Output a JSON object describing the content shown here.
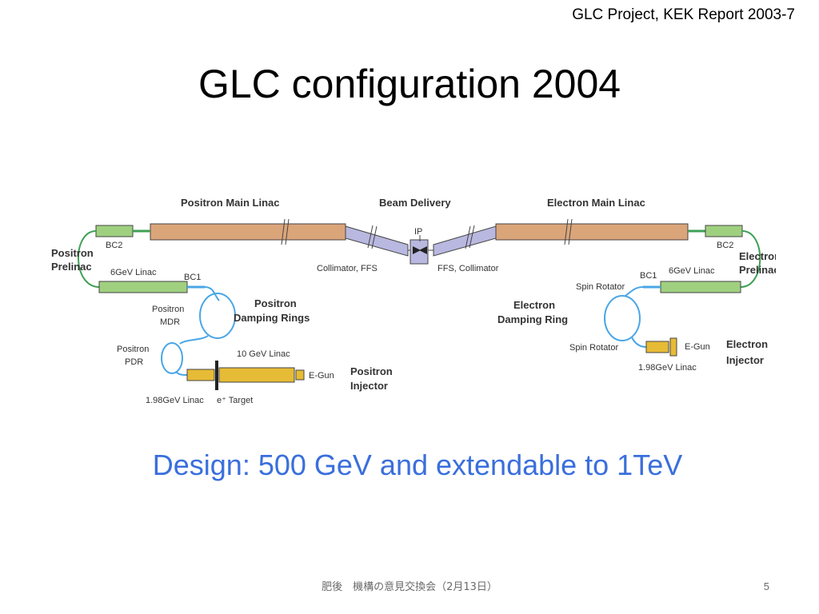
{
  "header": {
    "reference": "GLC Project, KEK Report 2003-7",
    "title": "GLC configuration 2004"
  },
  "diagram": {
    "section_titles": {
      "positron_main_linac": "Positron Main Linac",
      "beam_delivery": "Beam Delivery",
      "electron_main_linac": "Electron Main Linac"
    },
    "left_side": {
      "bc2": "BC2",
      "prelinac_line1": "Positron",
      "prelinac_line2": "Prelinac",
      "linac_6gev": "6GeV Linac",
      "bc1": "BC1",
      "mdr_line1": "Positron",
      "mdr_line2": "MDR",
      "damping_line1": "Positron",
      "damping_line2": "Damping Rings",
      "pdr_line1": "Positron",
      "pdr_line2": "PDR",
      "linac_10gev": "10 GeV Linac",
      "egun": "E-Gun",
      "injector_line1": "Positron",
      "injector_line2": "Injector",
      "linac_198": "1.98GeV Linac",
      "target": "e⁺ Target",
      "collimator": "Collimator, FFS"
    },
    "center": {
      "ip": "IP"
    },
    "right_side": {
      "ffs": "FFS, Collimator",
      "bc2": "BC2",
      "prelinac_line1": "Electron",
      "prelinac_line2": "Prelinac",
      "bc1": "BC1",
      "linac_6gev": "6GeV Linac",
      "spin_rotator_top": "Spin Rotator",
      "damping_line1": "Electron",
      "damping_line2": "Damping Ring",
      "spin_rotator_bottom": "Spin Rotator",
      "egun": "E-Gun",
      "injector_line1": "Electron",
      "injector_line2": "Injector",
      "linac_198": "1.98GeV Linac"
    },
    "colors": {
      "main_linac": "#dba57a",
      "prelinac": "#9fd07f",
      "injector": "#e6bb36",
      "beam_delivery": "#b8b8e0",
      "ring": "#4aa6e6"
    }
  },
  "design_note": "Design:  500 GeV and extendable to 1TeV",
  "footer": {
    "text": "肥後　機構の意見交換会（2月13日）",
    "page": "5"
  }
}
